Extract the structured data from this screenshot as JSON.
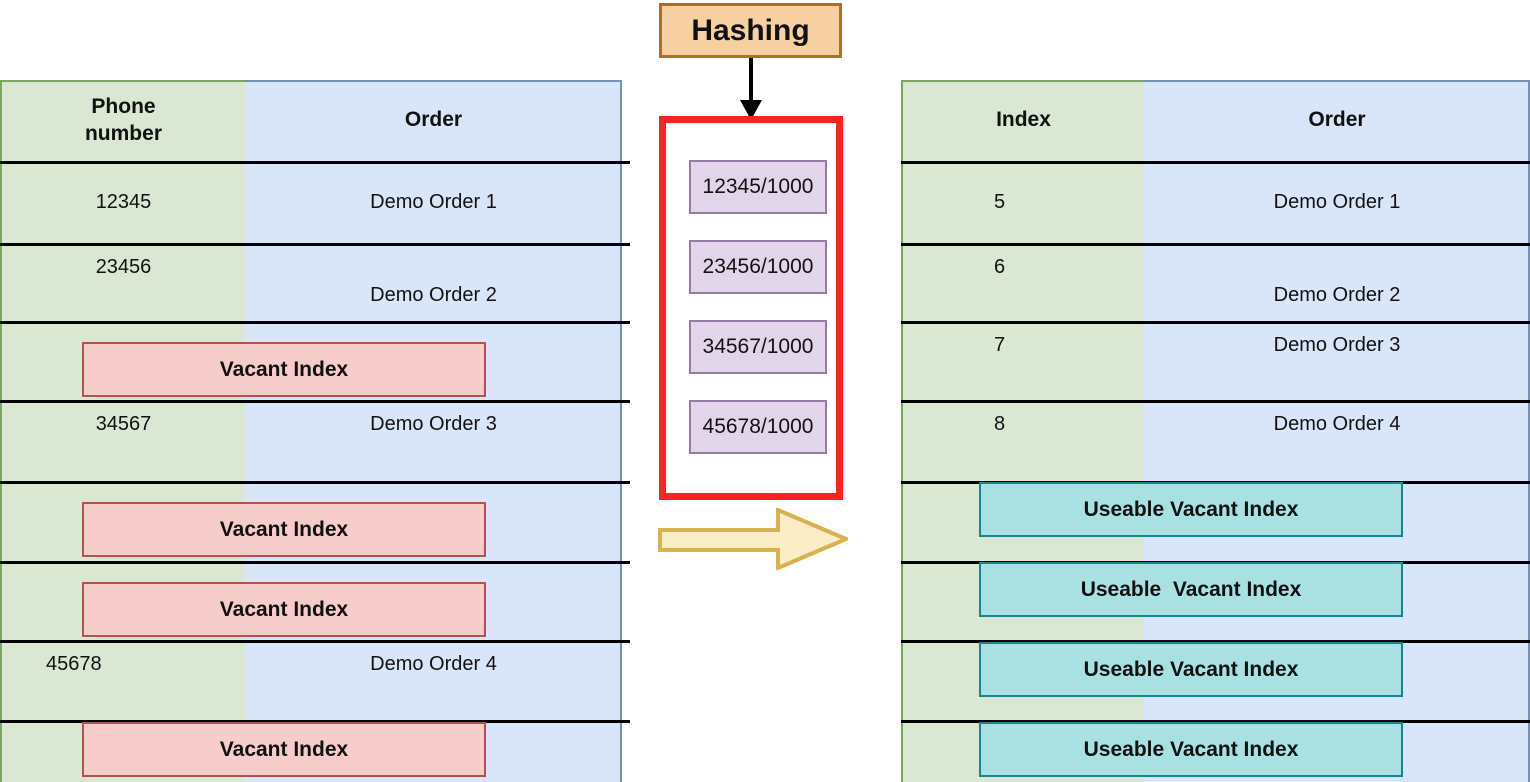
{
  "diagram": {
    "title": "Hashing"
  },
  "hashing": {
    "label": "Hashing",
    "down_arrow_icon": "arrow-down-icon",
    "transform_arrow_icon": "arrow-right-icon",
    "items": [
      "12345/1000",
      "23456/1000",
      "34567/1000",
      "45678/1000"
    ],
    "colors": {
      "box_fill": "#f6d0a0",
      "box_border": "#b07014",
      "container_border": "#fb2222",
      "item_fill": "#e3d5e9",
      "item_border": "#9b79a9",
      "arrow_fill": "#fbedc6",
      "arrow_border": "#d8b24e"
    }
  },
  "left_table": {
    "headers": {
      "key": "Phone\nnumber",
      "value": "Order"
    },
    "rows": [
      {
        "type": "data",
        "key": "12345",
        "value": "Demo Order 1"
      },
      {
        "type": "data",
        "key": "23456",
        "value": "Demo Order 2"
      },
      {
        "type": "callout",
        "callout": "Vacant Index"
      },
      {
        "type": "data",
        "key": "34567",
        "value": "Demo Order 3"
      },
      {
        "type": "callout",
        "callout": "Vacant Index"
      },
      {
        "type": "callout",
        "callout": "Vacant Index"
      },
      {
        "type": "data",
        "key": "45678",
        "value": "Demo Order 4"
      },
      {
        "type": "callout",
        "callout": "Vacant Index"
      }
    ],
    "colors": {
      "key_fill": "#d9e7d3",
      "key_border": "#7aa95c",
      "value_fill": "#d9e5f8",
      "value_border": "#7390c0",
      "callout_fill": "#f6cdcb",
      "callout_border": "#b05350"
    }
  },
  "right_table": {
    "headers": {
      "key": "Index",
      "value": "Order"
    },
    "rows": [
      {
        "type": "data",
        "key": "5",
        "value": "Demo Order 1"
      },
      {
        "type": "data",
        "key": "6",
        "value": "Demo Order 2"
      },
      {
        "type": "data",
        "key": "7",
        "value": "Demo Order 3"
      },
      {
        "type": "data",
        "key": "8",
        "value": "Demo Order 4"
      },
      {
        "type": "callout",
        "callout": "Useable Vacant Index"
      },
      {
        "type": "callout",
        "callout": "Useable  Vacant Index"
      },
      {
        "type": "callout",
        "callout": "Useable Vacant Index"
      },
      {
        "type": "callout",
        "callout": "Useable Vacant Index"
      }
    ],
    "colors": {
      "key_fill": "#d9e7d3",
      "key_border": "#7aa95c",
      "value_fill": "#d9e5f8",
      "value_border": "#7390c0",
      "callout_fill": "#a9e1e2",
      "callout_border": "#17858f"
    }
  }
}
